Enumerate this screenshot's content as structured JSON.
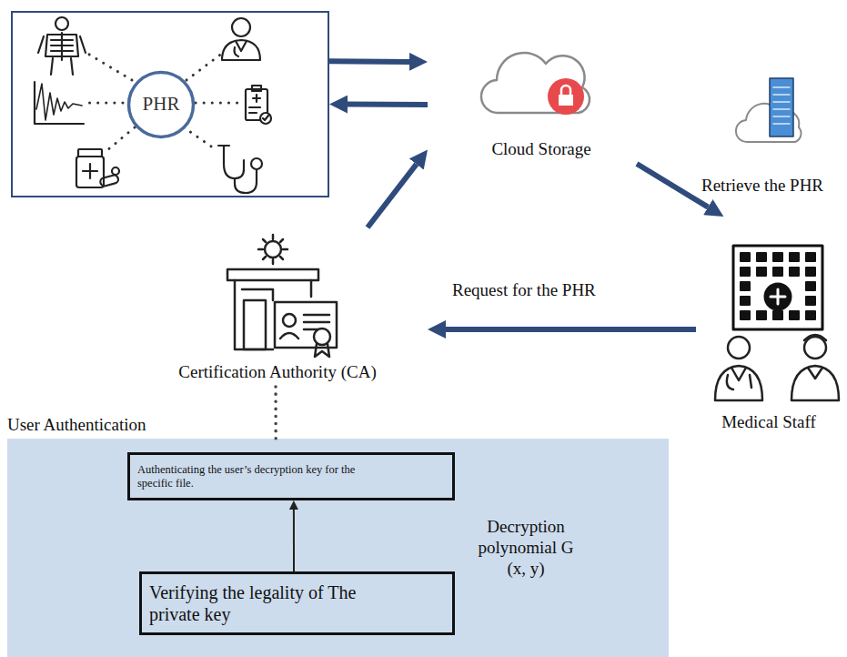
{
  "diagram": {
    "nodes": [
      {
        "text": []
      },
      {
        "text": [
          "PHR"
        ],
        "in": 0
      },
      {
        "text": [
          "Cloud Storage"
        ]
      },
      {
        "text": [
          "Medical Staff"
        ]
      },
      {
        "text": [
          "Certification Authority (CA)"
        ]
      },
      {
        "text": [
          "User Authentication",
          "Decryption polynomial G (x, y)"
        ]
      },
      {
        "text": [
          "Authenticating the user’s decryption key for the specific file."
        ],
        "in": 5
      },
      {
        "text": [
          "Verifying the legality of The private key"
        ],
        "in": 5
      }
    ],
    "edges": [
      {
        "from": 0,
        "to": 2,
        "arrow": "to"
      },
      {
        "from": 2,
        "to": 0,
        "arrow": "to"
      },
      {
        "from": 2,
        "to": 3,
        "label": "Retrieve the PHR",
        "arrow": "to"
      },
      {
        "from": 3,
        "to": 4,
        "label": "Request for the PHR",
        "arrow": "to"
      },
      {
        "from": 4,
        "to": 2,
        "arrow": "to"
      },
      {
        "from": 4,
        "to": 5,
        "arrow": "none"
      },
      {
        "from": 7,
        "to": 6,
        "arrow": "to"
      }
    ]
  }
}
